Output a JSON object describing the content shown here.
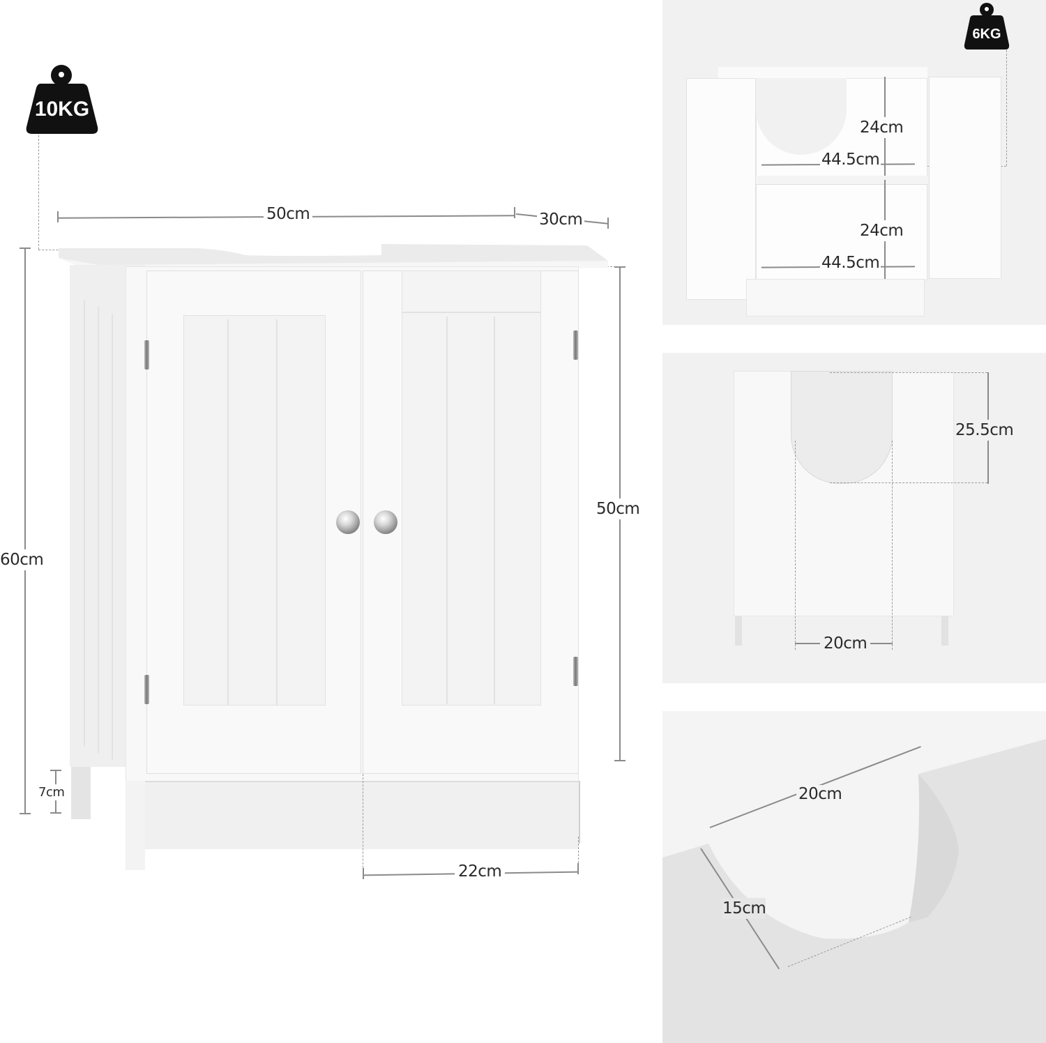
{
  "main_view": {
    "weight_badge": {
      "label": "10KG",
      "icon": "weight-icon"
    },
    "dimensions": {
      "width": "50cm",
      "depth": "30cm",
      "total_height": "60cm",
      "body_height": "50cm",
      "leg_height": "7cm",
      "door_width": "22cm"
    }
  },
  "interior_view": {
    "weight_badge": {
      "label": "6KG",
      "icon": "weight-icon"
    },
    "dimensions": {
      "upper_height": "24cm",
      "upper_width": "44.5cm",
      "lower_height": "24cm",
      "lower_width": "44.5cm"
    }
  },
  "back_view": {
    "dimensions": {
      "cutout_height": "25.5cm",
      "cutout_width": "20cm"
    }
  },
  "top_cutout_view": {
    "dimensions": {
      "cutout_width": "20cm",
      "cutout_depth": "15cm"
    }
  },
  "colors": {
    "panel_bg": "#f1f1f1",
    "cabinet": "#f5f5f5",
    "dimension_line": "#8a8a8a",
    "badge": "#111111"
  }
}
